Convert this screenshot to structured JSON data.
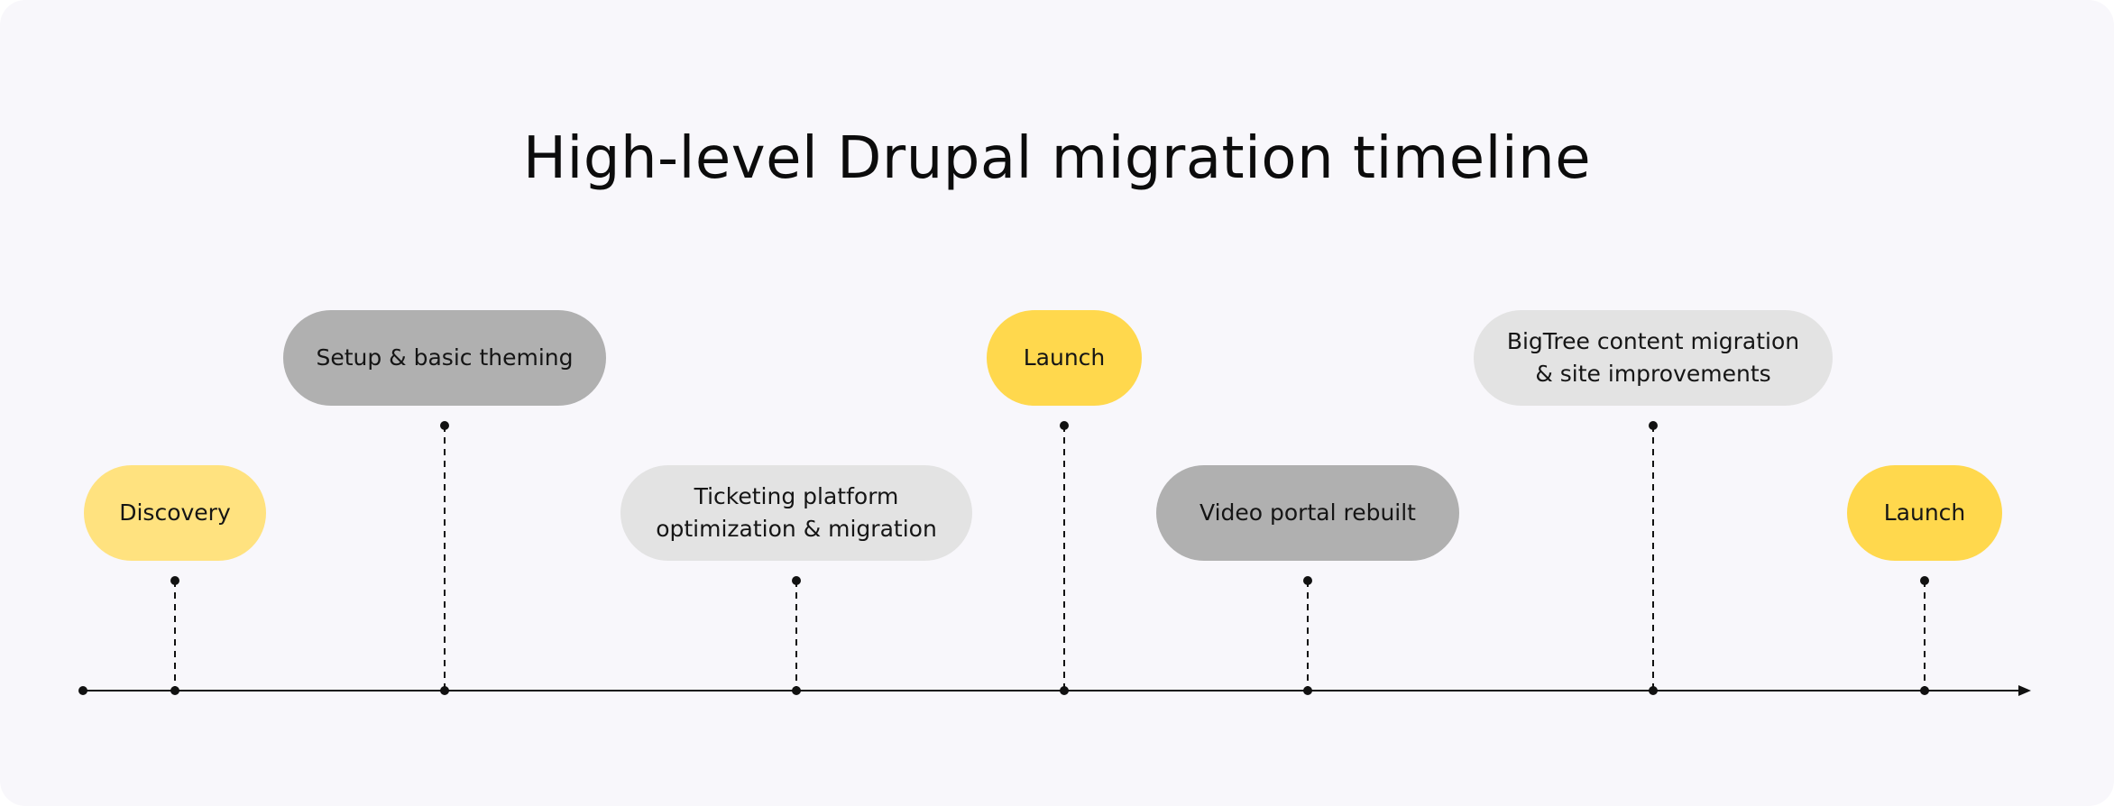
{
  "title": "High-level Drupal migration timeline",
  "colors": {
    "background": "#f8f7fb",
    "yellow": "#ffd84d",
    "yellow_light": "#ffe27f",
    "gray_dark": "#b0b0b0",
    "gray_light": "#e3e3e3",
    "line": "#111111"
  },
  "milestones": [
    {
      "label": "Discovery",
      "style": "yellow_light",
      "row": "lower"
    },
    {
      "label": "Setup & basic theming",
      "style": "gray_dark",
      "row": "upper"
    },
    {
      "label": "Ticketing platform\noptimization & migration",
      "style": "gray_light",
      "row": "lower"
    },
    {
      "label": "Launch",
      "style": "yellow",
      "row": "upper"
    },
    {
      "label": "Video portal rebuilt",
      "style": "gray_dark",
      "row": "lower"
    },
    {
      "label": "BigTree content migration\n& site improvements",
      "style": "gray_light",
      "row": "upper"
    },
    {
      "label": "Launch",
      "style": "yellow",
      "row": "lower"
    }
  ]
}
